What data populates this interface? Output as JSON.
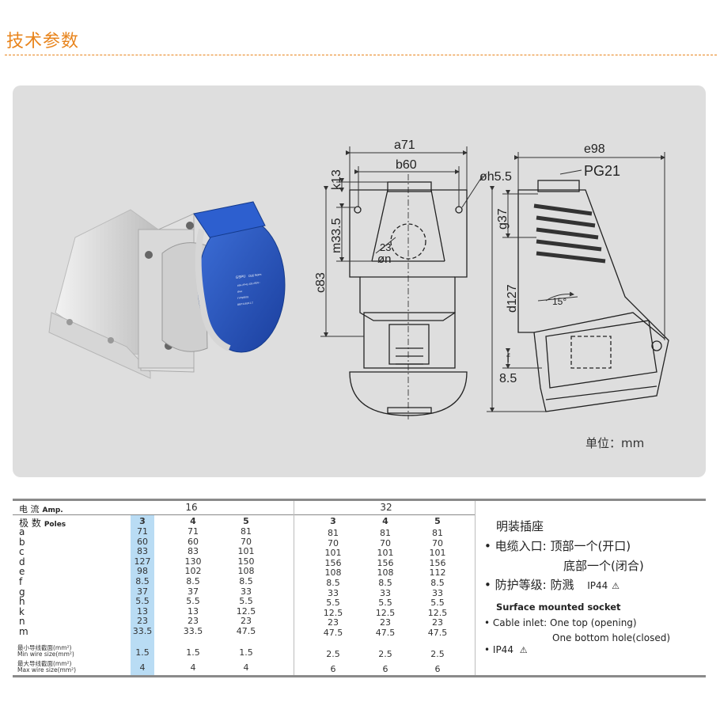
{
  "title": "技术参数",
  "unit_note": "单位：mm",
  "drawing_labels": {
    "a": "a71",
    "b": "b60",
    "h": "øh5.5",
    "k": "k13",
    "m": "m33.5",
    "c": "c83",
    "n_top": "23",
    "n_bottom": "øn",
    "e": "e98",
    "pg": "PG21",
    "g": "g37",
    "d": "d127",
    "angle": "15°",
    "f": "f",
    "f_val": "8.5"
  },
  "product_label": {
    "brand": "GSPU",
    "cee": "CEE Norm",
    "l1": "16A-2P+E 220-250V~",
    "l2": "IP44",
    "l3": "TYPE6001",
    "l4": "GB/T11918.1.2"
  },
  "table": {
    "current_cn": "电 流",
    "current_en": "Amp.",
    "poles_cn": "极 数",
    "poles_en": "Poles",
    "amps": [
      "16",
      "32"
    ],
    "pole_values": [
      "3",
      "4",
      "5",
      "3",
      "4",
      "5"
    ],
    "row_labels": [
      "a",
      "b",
      "c",
      "d",
      "e",
      "f",
      "g",
      "h",
      "k",
      "n",
      "m"
    ],
    "rows": [
      [
        "71",
        "71",
        "81",
        "81",
        "81",
        "81"
      ],
      [
        "60",
        "60",
        "70",
        "70",
        "70",
        "70"
      ],
      [
        "83",
        "83",
        "101",
        "101",
        "101",
        "101"
      ],
      [
        "127",
        "130",
        "150",
        "156",
        "156",
        "156"
      ],
      [
        "98",
        "102",
        "108",
        "108",
        "108",
        "112"
      ],
      [
        "8.5",
        "8.5",
        "8.5",
        "8.5",
        "8.5",
        "8.5"
      ],
      [
        "37",
        "37",
        "33",
        "33",
        "33",
        "33"
      ],
      [
        "5.5",
        "5.5",
        "5.5",
        "5.5",
        "5.5",
        "5.5"
      ],
      [
        "13",
        "13",
        "12.5",
        "12.5",
        "12.5",
        "12.5"
      ],
      [
        "23",
        "23",
        "23",
        "23",
        "23",
        "23"
      ],
      [
        "33.5",
        "33.5",
        "47.5",
        "47.5",
        "47.5",
        "47.5"
      ]
    ],
    "min_wire_cn": "最小导线截面(mm²)",
    "min_wire_en": "Min wire size(mm²)",
    "min_wire": [
      "1.5",
      "1.5",
      "1.5",
      "2.5",
      "2.5",
      "2.5"
    ],
    "max_wire_cn": "最大导线截面(mm²)",
    "max_wire_en": "Max wire size(mm²)",
    "max_wire": [
      "4",
      "4",
      "4",
      "6",
      "6",
      "6"
    ]
  },
  "description": {
    "cn_title": "明装插座",
    "cn_cable_label": "电缆入口: ",
    "cn_cable_1": "顶部一个(开口)",
    "cn_cable_2": "底部一个(闭合)",
    "cn_protect_label": "防护等级: ",
    "cn_protect_value": "防溅",
    "ip_cn": "IP44",
    "en_title": "Surface mounted socket",
    "en_cable_1": "Cable inlet: One top (opening)",
    "en_cable_2": "One bottom hole(closed)",
    "ip_en": "IP44"
  }
}
